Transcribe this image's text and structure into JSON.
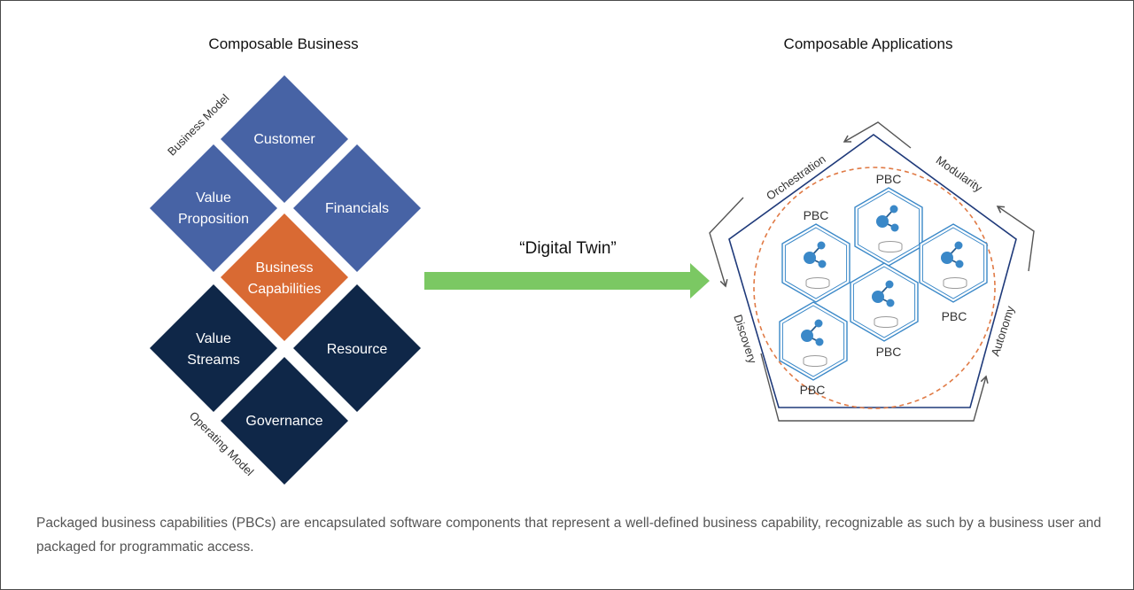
{
  "left": {
    "title": "Composable Business",
    "label_top": "Business Model",
    "label_bottom": "Operating Model",
    "tiles": {
      "customer": "Customer",
      "value_proposition": [
        "Value",
        "Proposition"
      ],
      "financials": "Financials",
      "business_capabilities": [
        "Business",
        "Capabilities"
      ],
      "value_streams": [
        "Value",
        "Streams"
      ],
      "resource": "Resource",
      "governance": "Governance"
    }
  },
  "center": {
    "label": "“Digital Twin”"
  },
  "right": {
    "title": "Composable Applications",
    "sides": {
      "orchestration": "Orchestration",
      "modularity": "Modularity",
      "autonomy": "Autonomy",
      "discovery": "Discovery"
    },
    "pbc_label": "PBC"
  },
  "caption": "Packaged business capabilities (PBCs) are encapsulated software components that represent a well-defined business capability, recognizable as such by a business user and packaged for programmatic access.",
  "colors": {
    "blue_tile": "#4763a5",
    "dark_tile": "#0f2748",
    "orange_tile": "#d96a33",
    "arrow_green": "#7bc863",
    "pentagon": "#1f3a7a",
    "dashed_circle": "#e07a45",
    "hexagon": "#3a88c8",
    "node": "#3a88c8"
  }
}
